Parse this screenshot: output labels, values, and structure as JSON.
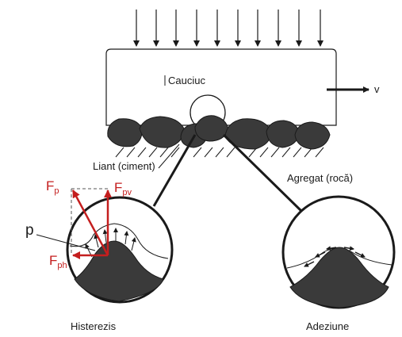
{
  "labels": {
    "rubber": "Cauciuc",
    "velocity": "v",
    "binder": "Liant (ciment)",
    "aggregate": "Agregat  (rocă)",
    "hysteresis": "Histerezis",
    "adhesion": "Adeziune",
    "pressure": "p"
  },
  "forces": {
    "fp": {
      "main": "F",
      "sub": "p"
    },
    "fpv": {
      "main": "F",
      "sub": "pv"
    },
    "fph": {
      "main": "F",
      "sub": "ph"
    }
  },
  "colors": {
    "force_arrow": "#c41e1e",
    "stone_fill": "#3a3a3a",
    "line": "#1a1a1a"
  }
}
